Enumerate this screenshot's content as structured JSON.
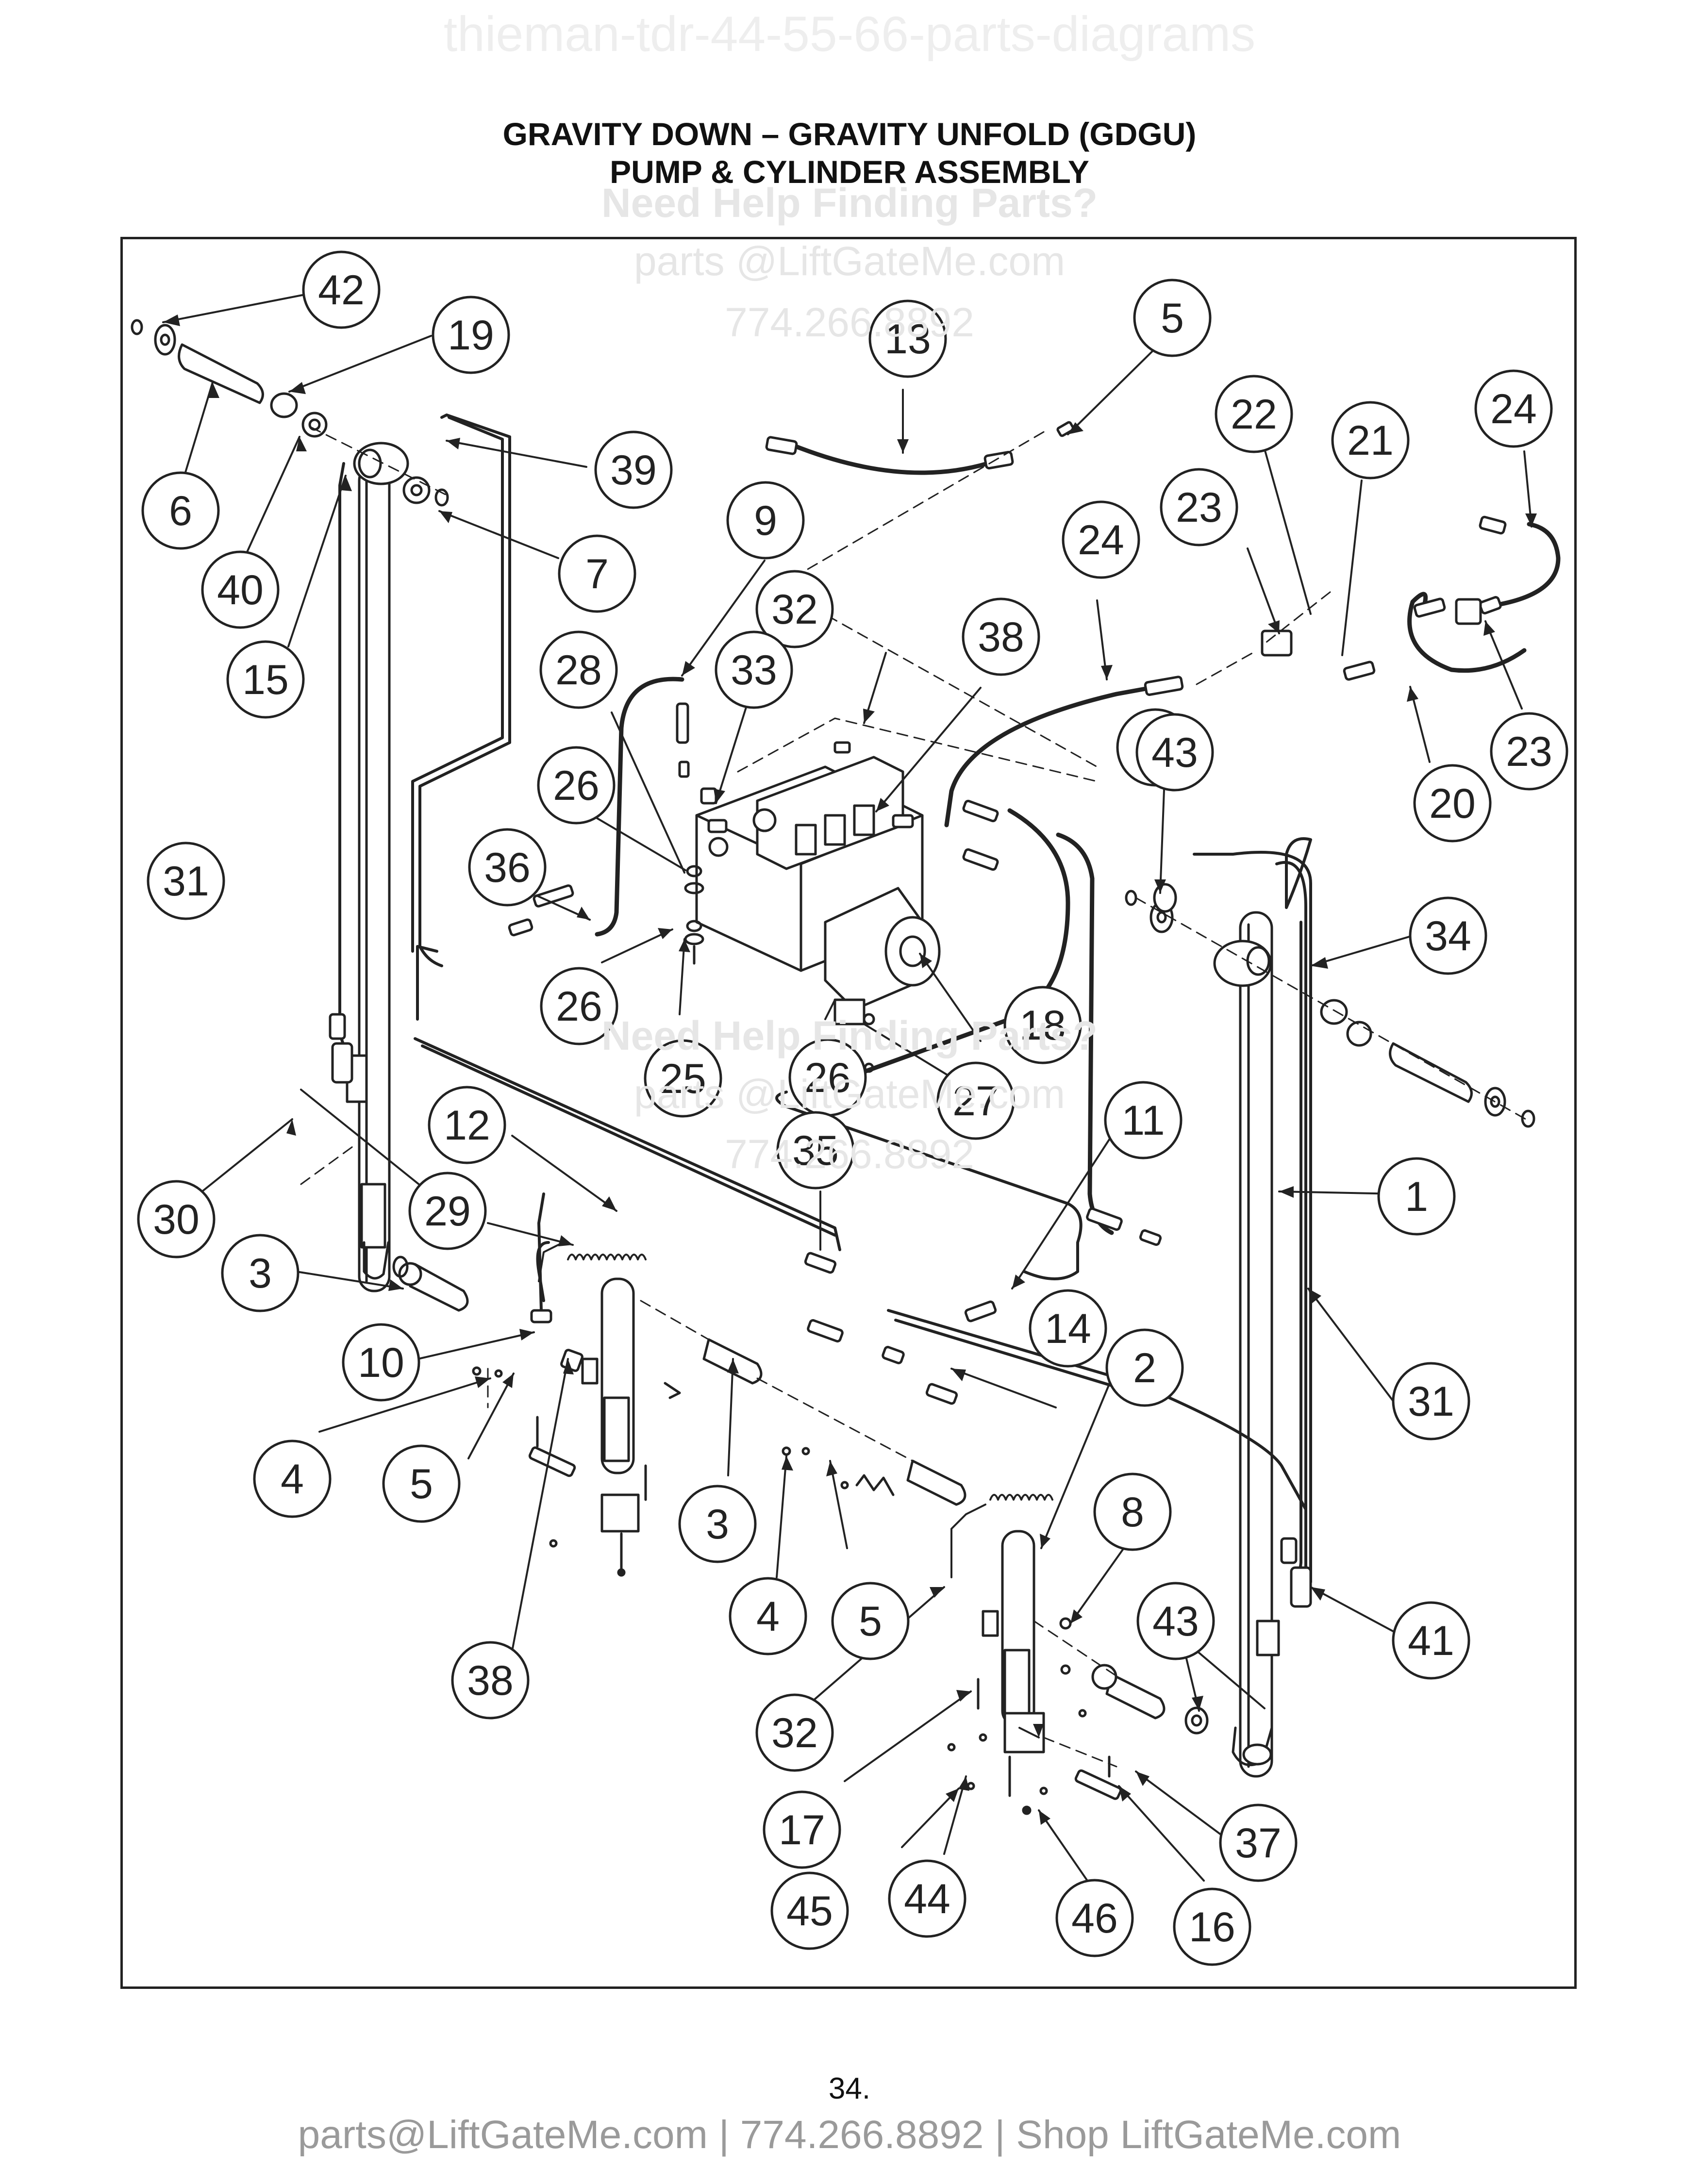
{
  "watermark_top": "thieman-tdr-44-55-66-parts-diagrams",
  "title_line1": "GRAVITY DOWN – GRAVITY UNFOLD (GDGU)",
  "title_line2": "PUMP & CYLINDER ASSEMBLY",
  "watermark": {
    "help": "Need Help Finding Parts?",
    "email": "parts @LiftGateMe.com",
    "phone": "774.266.8892"
  },
  "callouts": [
    "1",
    "2",
    "3",
    "3",
    "4",
    "4",
    "5",
    "5",
    "5",
    "6",
    "7",
    "8",
    "9",
    "9",
    "10",
    "11",
    "12",
    "13",
    "14",
    "15",
    "16",
    "17",
    "18",
    "19",
    "20",
    "21",
    "22",
    "23",
    "23",
    "24",
    "24",
    "25",
    "26",
    "26",
    "26",
    "27",
    "28",
    "29",
    "30",
    "31",
    "31",
    "32",
    "32",
    "33",
    "34",
    "35",
    "36",
    "37",
    "38",
    "38",
    "39",
    "40",
    "41",
    "42",
    "43",
    "43",
    "44",
    "45",
    "46"
  ],
  "page_number": "34.",
  "footer": "parts@LiftGateMe.com | 774.266.8892 | Shop LiftGateMe.com",
  "colors": {
    "line": "#222222",
    "watermark": "#e6e6e6",
    "footer": "#9a9a9a"
  }
}
